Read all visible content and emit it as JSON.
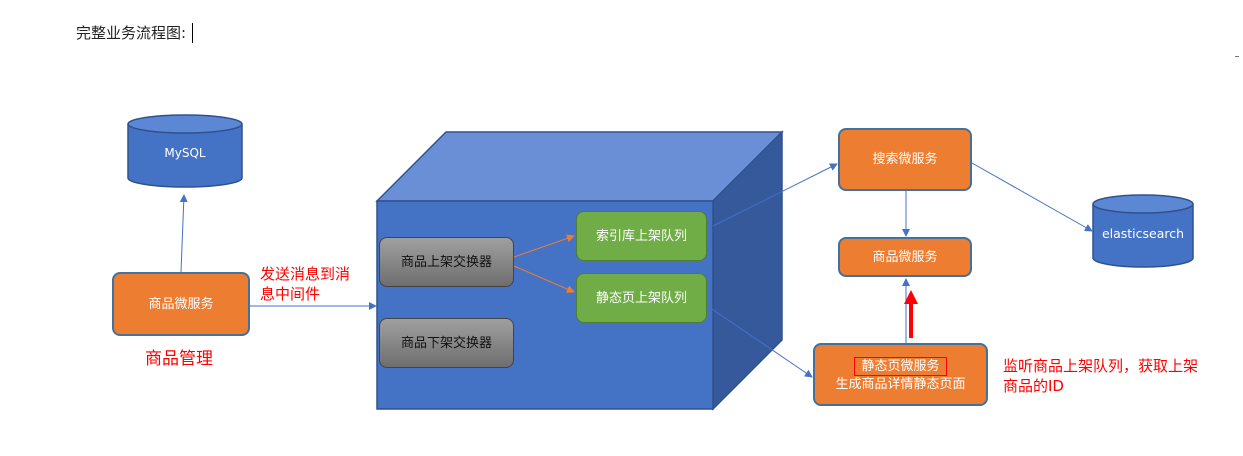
{
  "heading": "完整业务流程图:",
  "nodes": {
    "mysql": "MySQL",
    "elasticsearch": "elasticsearch",
    "goods_service_left": "商品微服务",
    "goods_service_right": "商品微服务",
    "search_service": "搜索微服务",
    "up_exchange": "商品上架交换器",
    "down_exchange": "商品下架交换器",
    "index_queue": "索引库上架队列",
    "static_queue": "静态页上架队列",
    "static_service_title": "静态页微服务",
    "static_service_desc": "生成商品详情静态页面"
  },
  "annotations": {
    "send_message": "发送消息到消\n息中间件",
    "goods_management": "商品管理",
    "listen_queue": "监听商品上架队列，获取上架\n商品的ID"
  },
  "colors": {
    "service": "#ed7d31",
    "queue": "#70ad47",
    "cube_front": "#4472c4",
    "database": "#4472c4",
    "annotation": "#ff0000"
  }
}
